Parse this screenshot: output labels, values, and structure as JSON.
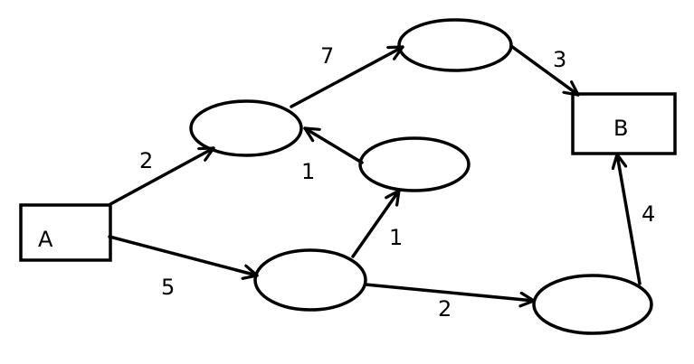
{
  "nodes": {
    "a": {
      "label": "A"
    },
    "b": {
      "label": "B"
    }
  },
  "edges": {
    "a_to_n1": {
      "weight": "2"
    },
    "a_to_n4": {
      "weight": "5"
    },
    "n1_to_n2": {
      "weight": "7"
    },
    "n2_to_b": {
      "weight": "3"
    },
    "n3_to_n1": {
      "weight": "1"
    },
    "n4_to_n3": {
      "weight": "1"
    },
    "n4_to_n5": {
      "weight": "2"
    },
    "n5_to_b": {
      "weight": "4"
    }
  }
}
